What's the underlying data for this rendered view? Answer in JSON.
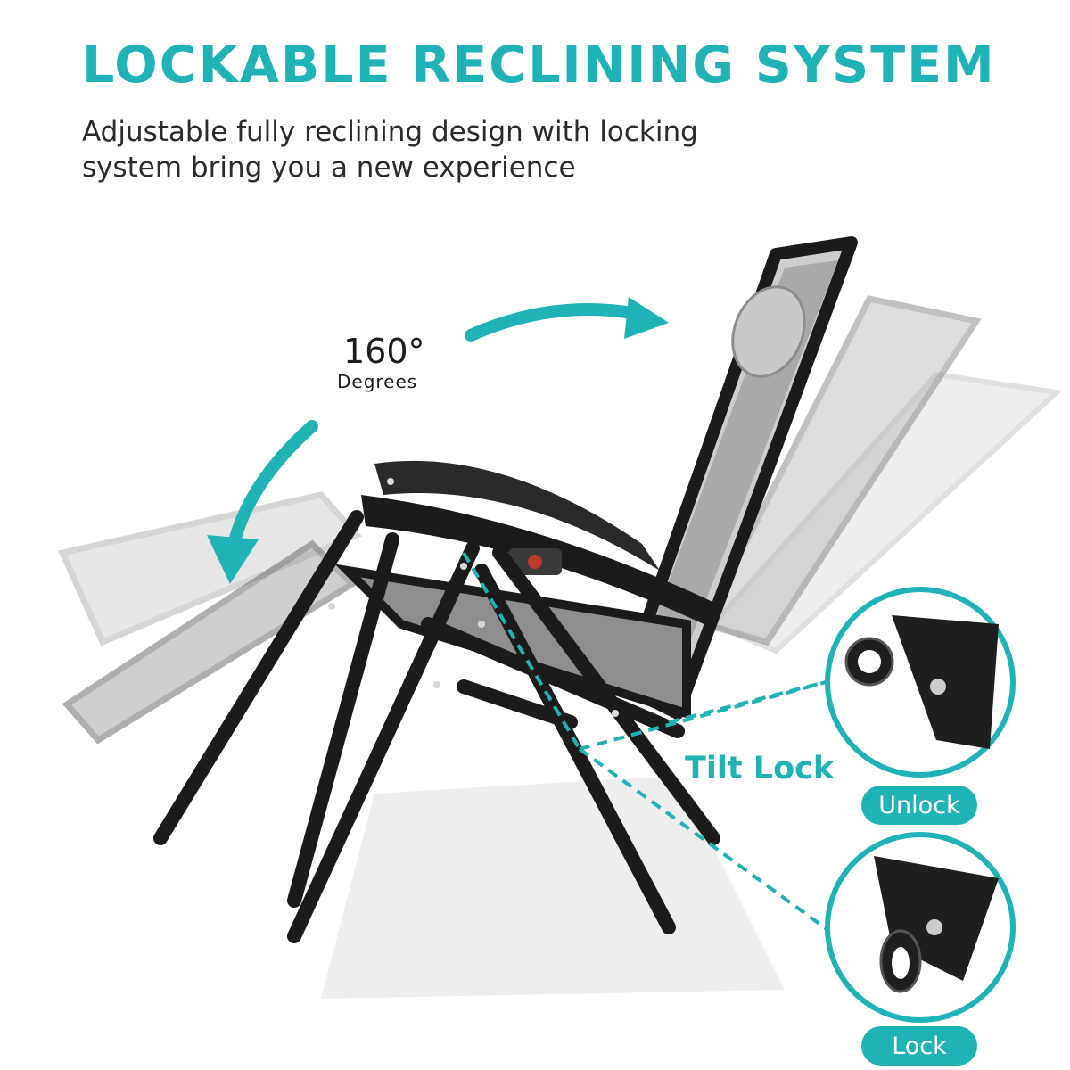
{
  "header": {
    "title": "LOCKABLE RECLINING SYSTEM",
    "subtitle": "Adjustable fully reclining design with locking system bring you a new experience"
  },
  "angle": {
    "value": "160°",
    "unit": "Degrees"
  },
  "callout": {
    "tilt_label": "Tilt Lock",
    "unlock_label": "Unlock",
    "lock_label": "Lock"
  },
  "colors": {
    "accent": "#1fb3b8",
    "frame": "#1b1b1b",
    "fabric": "#9a9a9a",
    "text": "#2b2b2b"
  },
  "icons": [
    "arrow-clockwise-icon",
    "arrow-counterclockwise-icon"
  ]
}
